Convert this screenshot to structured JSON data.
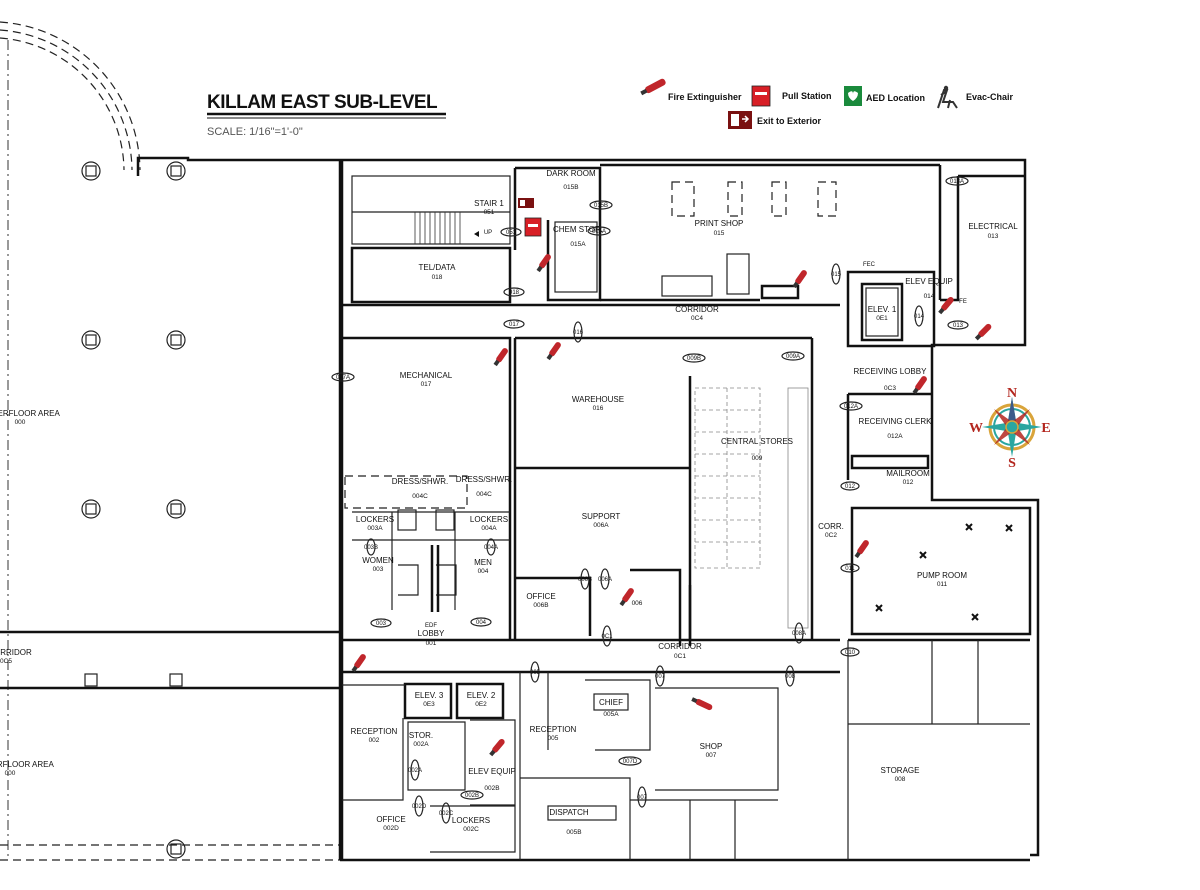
{
  "title": "KILLAM EAST SUB-LEVEL",
  "scale": "SCALE: 1/16\"=1'-0\"",
  "legend": [
    {
      "label": "Fire Extinguisher",
      "icon": "fire-extinguisher-icon"
    },
    {
      "label": "Pull Station",
      "icon": "pull-station-icon"
    },
    {
      "label": "AED Location",
      "icon": "aed-icon"
    },
    {
      "label": "Evac-Chair",
      "icon": "evac-chair-icon"
    },
    {
      "label": "Exit to Exterior",
      "icon": "exit-icon"
    }
  ],
  "rooms": [
    {
      "name": "DARK ROOM",
      "number": "015B"
    },
    {
      "name": "STAIR 1",
      "number": "051"
    },
    {
      "name": "CHEM STOR.",
      "number": "015A"
    },
    {
      "name": "PRINT SHOP",
      "number": "015"
    },
    {
      "name": "ELECTRICAL",
      "number": "013"
    },
    {
      "name": "TEL/DATA",
      "number": "018"
    },
    {
      "name": "ELEV EQUIP",
      "number": "014"
    },
    {
      "name": "ELEV. 1",
      "number": "0E1"
    },
    {
      "name": "CORRIDOR",
      "number": "0C4"
    },
    {
      "name": "MECHANICAL",
      "number": "017"
    },
    {
      "name": "WAREHOUSE",
      "number": "016"
    },
    {
      "name": "RECEIVING LOBBY",
      "number": "0C3"
    },
    {
      "name": "RECEIVING CLERK",
      "number": "012A"
    },
    {
      "name": "CENTRAL STORES",
      "number": "009"
    },
    {
      "name": "MAILROOM",
      "number": "012"
    },
    {
      "name": "UNDERFLOOR AREA",
      "number": "000"
    },
    {
      "name": "DRESS/SHWR.",
      "number": "004C"
    },
    {
      "name": "DRESS/SHWR.",
      "number": "004C"
    },
    {
      "name": "LOCKERS",
      "number": "003A"
    },
    {
      "name": "LOCKERS",
      "number": "004A"
    },
    {
      "name": "SUPPORT",
      "number": "006A"
    },
    {
      "name": "CORR.",
      "number": "0C2"
    },
    {
      "name": "PUMP ROOM",
      "number": "011"
    },
    {
      "name": "WOMEN",
      "number": "003"
    },
    {
      "name": "MEN",
      "number": "004"
    },
    {
      "name": "OFFICE",
      "number": "006B"
    },
    {
      "name": "",
      "number": "006"
    },
    {
      "name": "LOBBY",
      "number": "001"
    },
    {
      "name": "CORRIDOR",
      "number": "0C1"
    },
    {
      "name": "CORRIDOR",
      "number": "0C5"
    },
    {
      "name": "ELEV. 3",
      "number": "0E3"
    },
    {
      "name": "ELEV. 2",
      "number": "0E2"
    },
    {
      "name": "CHIEF",
      "number": "005A"
    },
    {
      "name": "RECEPTION",
      "number": "002"
    },
    {
      "name": "STOR.",
      "number": "002A"
    },
    {
      "name": "RECEPTION",
      "number": "005"
    },
    {
      "name": "SHOP",
      "number": "007"
    },
    {
      "name": "STORAGE",
      "number": "008"
    },
    {
      "name": "ELEV EQUIP",
      "number": "002B"
    },
    {
      "name": "UNDERFLOOR AREA",
      "number": "000"
    },
    {
      "name": "DISPATCH",
      "number": "005B"
    },
    {
      "name": "OFFICE",
      "number": "002D"
    },
    {
      "name": "LOCKERS",
      "number": "002C"
    }
  ],
  "door_tags": [
    "015B",
    "013A",
    "051",
    "015A",
    "015",
    "014",
    "013",
    "018",
    "017",
    "017A",
    "016",
    "009B",
    "009A",
    "012A",
    "012",
    "011",
    "010",
    "003",
    "004",
    "002A",
    "002B",
    "002C",
    "002D",
    "007D",
    "005",
    "007",
    "008",
    "006A",
    "006B",
    "0C1",
    "008A",
    "003B",
    "003A",
    "004A",
    "004B"
  ],
  "equipment_tags": [
    "FEC",
    "FE",
    "EDF"
  ],
  "stair_label": "UP",
  "compass": {
    "n": "N",
    "s": "S",
    "e": "E",
    "w": "W"
  },
  "colors": {
    "extinguisher": "#c0262b",
    "pull_station": "#d81f26",
    "aed": "#1a8a3c",
    "exit": "#7a1111",
    "compass_red": "#b3261e",
    "compass_teal": "#2aa6a0",
    "compass_gold": "#d9a43a"
  }
}
